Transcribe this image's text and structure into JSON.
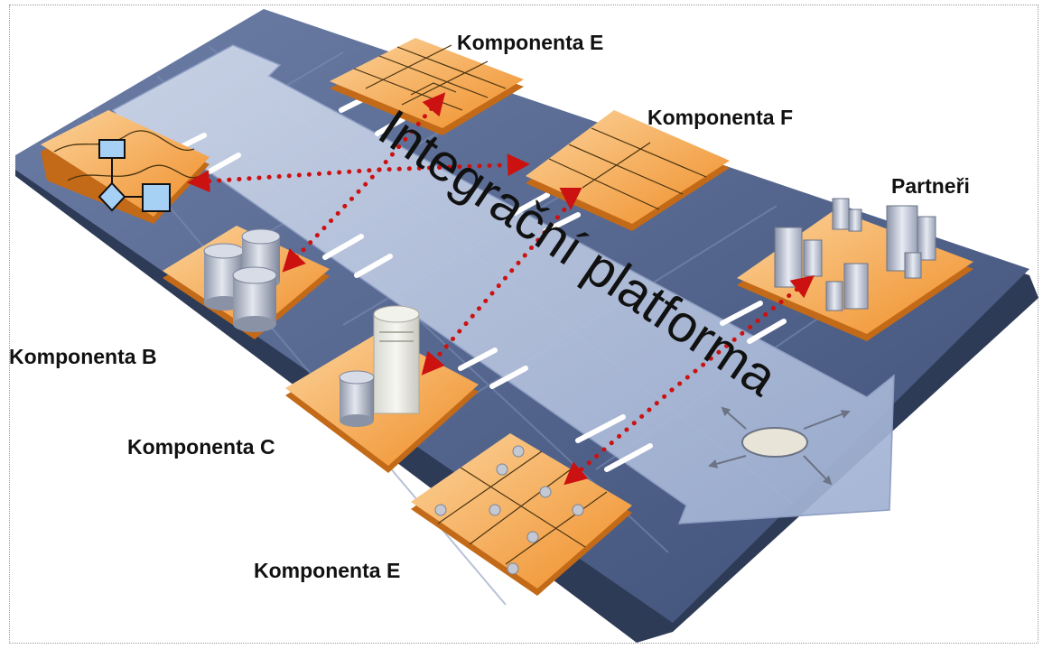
{
  "diagram": {
    "title": "Integrační platforma",
    "labels": {
      "comp_e_top": "Komponenta E",
      "comp_f": "Komponenta F",
      "partners": "Partneři",
      "comp_b": "Komponenta B",
      "comp_c": "Komponenta C",
      "comp_e_bottom": "Komponenta E"
    },
    "colors": {
      "platform": "#46587e",
      "platform_light": "#6678a0",
      "platform_edge": "#2e3b57",
      "arrow": "#b9c5df",
      "tile": "#f4a54a",
      "tile_light": "#fbc98c",
      "connector": "#cc1111"
    }
  }
}
